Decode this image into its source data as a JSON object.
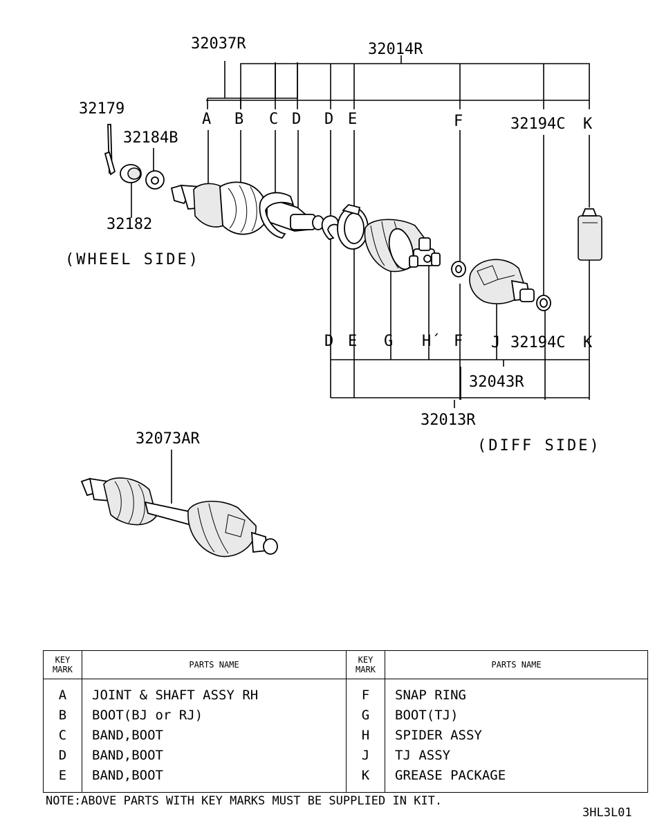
{
  "diagram": {
    "part_numbers": {
      "p32037R": "32037R",
      "p32014R": "32014R",
      "p32179": "32179",
      "p32184B": "32184B",
      "p32182": "32182",
      "p32194C_top": "32194C",
      "p32194C_bottom": "32194C",
      "p32043R": "32043R",
      "p32013R": "32013R",
      "p32073AR": "32073AR"
    },
    "top_marks": [
      "A",
      "B",
      "C",
      "D",
      "D",
      "E",
      "F",
      "K"
    ],
    "bottom_marks": [
      "D",
      "E",
      "G",
      "H´",
      "F",
      "J",
      "K"
    ],
    "wheel_side": "(WHEEL SIDE)",
    "diff_side": "(DIFF SIDE)"
  },
  "table": {
    "key_header_line1": "KEY",
    "key_header_line2": "MARK",
    "name_header": "PARTS NAME",
    "left_rows": [
      {
        "key": "A",
        "name": "JOINT & SHAFT ASSY RH"
      },
      {
        "key": "B",
        "name": "BOOT(BJ or RJ)"
      },
      {
        "key": "C",
        "name": "BAND,BOOT"
      },
      {
        "key": "D",
        "name": "BAND,BOOT"
      },
      {
        "key": "E",
        "name": "BAND,BOOT"
      }
    ],
    "right_rows": [
      {
        "key": "F",
        "name": "SNAP RING"
      },
      {
        "key": "G",
        "name": "BOOT(TJ)"
      },
      {
        "key": "H",
        "name": "SPIDER ASSY"
      },
      {
        "key": "J",
        "name": "TJ ASSY"
      },
      {
        "key": "K",
        "name": "GREASE PACKAGE"
      }
    ]
  },
  "note": "NOTE:ABOVE PARTS WITH KEY MARKS MUST BE SUPPLIED IN KIT.",
  "drawing_code": "3HL3L01"
}
